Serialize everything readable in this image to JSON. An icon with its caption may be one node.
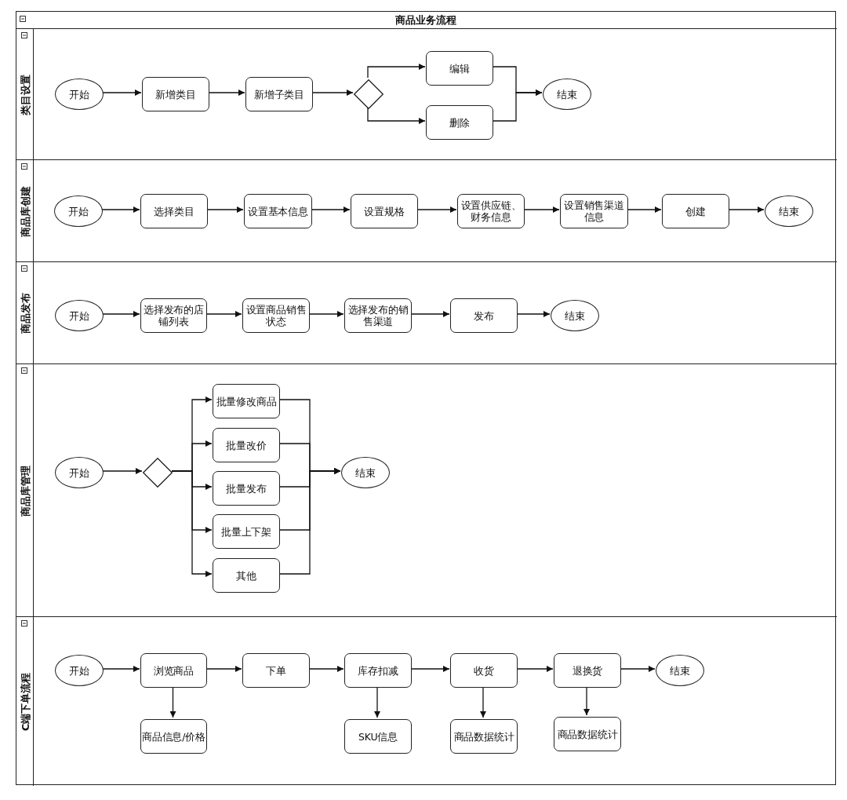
{
  "diagram": {
    "nodes": [
      {
        "text": [
          "商品业务流程"
        ]
      },
      {
        "text": [
          "类目设置"
        ],
        "in": 0
      },
      {
        "text": [
          "商品库创建"
        ],
        "in": 0
      },
      {
        "text": [
          "商品发布"
        ],
        "in": 0
      },
      {
        "text": [
          "商品库管理"
        ],
        "in": 0
      },
      {
        "text": [
          "C端下单流程"
        ],
        "in": 0
      },
      {
        "text": [
          "开始"
        ],
        "in": 1
      },
      {
        "text": [
          "新增类目"
        ],
        "in": 1
      },
      {
        "text": [
          "新增子类目"
        ],
        "in": 1
      },
      {
        "text": [],
        "shape": "diamond",
        "in": 1
      },
      {
        "text": [
          "编辑"
        ],
        "in": 1
      },
      {
        "text": [
          "删除"
        ],
        "in": 1
      },
      {
        "text": [
          "结束"
        ],
        "in": 1
      },
      {
        "text": [
          "开始"
        ],
        "in": 2
      },
      {
        "text": [
          "选择类目"
        ],
        "in": 2
      },
      {
        "text": [
          "设置基本信息"
        ],
        "in": 2
      },
      {
        "text": [
          "设置规格"
        ],
        "in": 2
      },
      {
        "text": [
          "设置供应链、财务信息"
        ],
        "in": 2
      },
      {
        "text": [
          "设置销售渠道信息"
        ],
        "in": 2
      },
      {
        "text": [
          "创建"
        ],
        "in": 2
      },
      {
        "text": [
          "结束"
        ],
        "in": 2
      },
      {
        "text": [
          "开始"
        ],
        "in": 3
      },
      {
        "text": [
          "选择发布的店铺列表"
        ],
        "in": 3
      },
      {
        "text": [
          "设置商品销售状态"
        ],
        "in": 3
      },
      {
        "text": [
          "选择发布的销售渠道"
        ],
        "in": 3
      },
      {
        "text": [
          "发布"
        ],
        "in": 3
      },
      {
        "text": [
          "结束"
        ],
        "in": 3
      },
      {
        "text": [
          "开始"
        ],
        "in": 4
      },
      {
        "text": [],
        "shape": "diamond",
        "in": 4
      },
      {
        "text": [
          "批量修改商品"
        ],
        "in": 4
      },
      {
        "text": [
          "批量改价"
        ],
        "in": 4
      },
      {
        "text": [
          "批量发布"
        ],
        "in": 4
      },
      {
        "text": [
          "批量上下架"
        ],
        "in": 4
      },
      {
        "text": [
          "其他"
        ],
        "in": 4
      },
      {
        "text": [
          "结束"
        ],
        "in": 4
      },
      {
        "text": [
          "开始"
        ],
        "in": 5
      },
      {
        "text": [
          "浏览商品"
        ],
        "in": 5
      },
      {
        "text": [
          "下单"
        ],
        "in": 5
      },
      {
        "text": [
          "库存扣减"
        ],
        "in": 5
      },
      {
        "text": [
          "收货"
        ],
        "in": 5
      },
      {
        "text": [
          "退换货"
        ],
        "in": 5
      },
      {
        "text": [
          "结束"
        ],
        "in": 5
      },
      {
        "text": [
          "商品信息/价格"
        ],
        "in": 5
      },
      {
        "text": [
          "SKU信息"
        ],
        "in": 5
      },
      {
        "text": [
          "商品数据统计"
        ],
        "in": 5
      },
      {
        "text": [
          "商品数据统计"
        ],
        "in": 5
      }
    ],
    "edges": [
      {
        "from": 6,
        "to": 7,
        "arrow": "to"
      },
      {
        "from": 7,
        "to": 8,
        "arrow": "to"
      },
      {
        "from": 8,
        "to": 9,
        "arrow": "to"
      },
      {
        "from": 9,
        "to": 10,
        "arrow": "to"
      },
      {
        "from": 9,
        "to": 11,
        "arrow": "to"
      },
      {
        "from": 10,
        "to": 12,
        "arrow": "to"
      },
      {
        "from": 11,
        "to": 12,
        "arrow": "to"
      },
      {
        "from": 13,
        "to": 14,
        "arrow": "to"
      },
      {
        "from": 14,
        "to": 15,
        "arrow": "to"
      },
      {
        "from": 15,
        "to": 16,
        "arrow": "to"
      },
      {
        "from": 16,
        "to": 17,
        "arrow": "to"
      },
      {
        "from": 17,
        "to": 18,
        "arrow": "to"
      },
      {
        "from": 18,
        "to": 19,
        "arrow": "to"
      },
      {
        "from": 19,
        "to": 20,
        "arrow": "to"
      },
      {
        "from": 21,
        "to": 22,
        "arrow": "to"
      },
      {
        "from": 22,
        "to": 23,
        "arrow": "to"
      },
      {
        "from": 23,
        "to": 24,
        "arrow": "to"
      },
      {
        "from": 24,
        "to": 25,
        "arrow": "to"
      },
      {
        "from": 25,
        "to": 26,
        "arrow": "to"
      },
      {
        "from": 27,
        "to": 28,
        "arrow": "to"
      },
      {
        "from": 28,
        "to": 29,
        "arrow": "to"
      },
      {
        "from": 28,
        "to": 30,
        "arrow": "to"
      },
      {
        "from": 28,
        "to": 31,
        "arrow": "to"
      },
      {
        "from": 28,
        "to": 32,
        "arrow": "to"
      },
      {
        "from": 28,
        "to": 33,
        "arrow": "to"
      },
      {
        "from": 29,
        "to": 34,
        "arrow": "to"
      },
      {
        "from": 30,
        "to": 34,
        "arrow": "to"
      },
      {
        "from": 31,
        "to": 34,
        "arrow": "to"
      },
      {
        "from": 32,
        "to": 34,
        "arrow": "to"
      },
      {
        "from": 33,
        "to": 34,
        "arrow": "to"
      },
      {
        "from": 35,
        "to": 36,
        "arrow": "to"
      },
      {
        "from": 36,
        "to": 37,
        "arrow": "to"
      },
      {
        "from": 37,
        "to": 38,
        "arrow": "to"
      },
      {
        "from": 38,
        "to": 39,
        "arrow": "to"
      },
      {
        "from": 39,
        "to": 40,
        "arrow": "to"
      },
      {
        "from": 40,
        "to": 41,
        "arrow": "to"
      },
      {
        "from": 36,
        "to": 42,
        "arrow": "to"
      },
      {
        "from": 38,
        "to": 43,
        "arrow": "to"
      },
      {
        "from": 39,
        "to": 44,
        "arrow": "to"
      },
      {
        "from": 40,
        "to": 45,
        "arrow": "to"
      }
    ]
  }
}
